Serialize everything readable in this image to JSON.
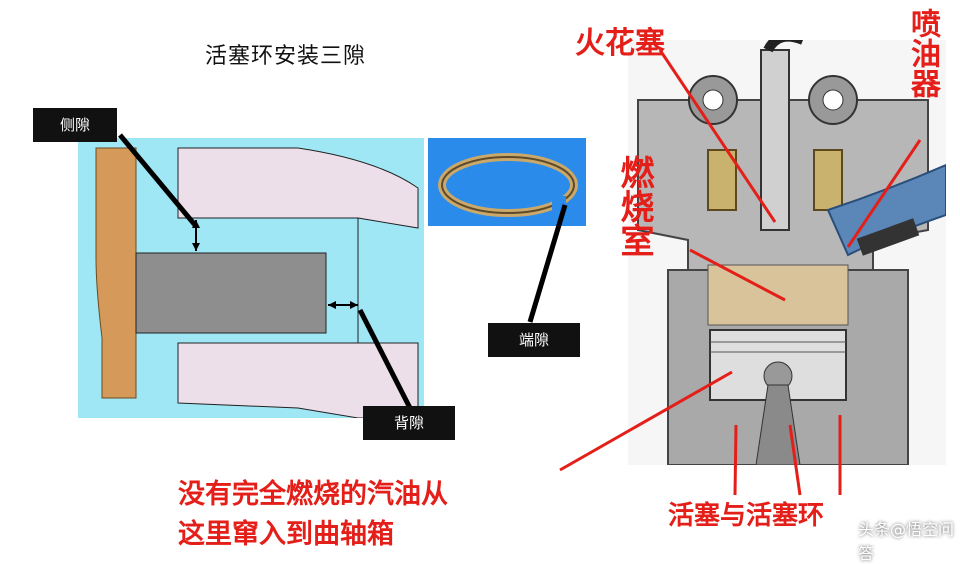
{
  "diagram_title": "活塞环安装三隙",
  "labels": {
    "side_gap": "侧隙",
    "back_gap": "背隙",
    "end_gap": "端隙",
    "spark_plug": "火花塞",
    "injector": "喷油器",
    "combustion_chamber": "燃烧室",
    "piston_and_rings": "活塞与活塞环"
  },
  "note": {
    "line1": "没有完全燃烧的汽油从",
    "line2": "这里窜入到曲轴箱"
  },
  "watermark": "头条@悟空问答",
  "colors": {
    "diagram_bg": "#9fe7f5",
    "ring_block": "#8e8e8e",
    "ring_border_wall": "#d59a59",
    "photo_bg": "#2a8bea",
    "annotation_red": "#e41f19"
  }
}
